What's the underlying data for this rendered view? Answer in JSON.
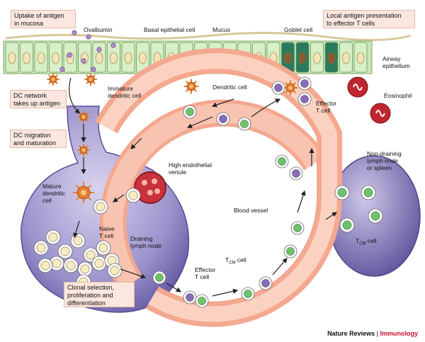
{
  "boxes": {
    "uptake": "Uptake of antigen\nin mucosa",
    "local_presentation": "Local antigen presentation\nto effector T cells",
    "dc_network": "DC network\ntakes up antigen",
    "dc_migration": "DC migration\nand maturation",
    "clonal": "Clonal selection,\nproliferation and\ndifferentiation"
  },
  "labels": {
    "ovalbumin": "Ovalbumin",
    "basal_epithelial": "Basal epithelial cell",
    "mucus": "Mucus",
    "goblet": "Goblet cell",
    "airway": "Airway\nepithelium",
    "immature_dc": "Immature\ndendritic cell",
    "dendritic_cell": "Dendritic cell",
    "effector_top": "Effector\nT cell",
    "eosinophil": "Eosinophil",
    "hev": "High endothelial\nvenule",
    "mature_dc": "Mature\ndendritic\ncell",
    "naive": "Naive\nT cell",
    "draining": "Draining\nlymph node",
    "blood_vessel": "Blood vessel",
    "tcm_main": "T",
    "tcm_sub": "CM",
    "tcm_suffix": " cell",
    "effector_bottom": "Effector\nT cell",
    "non_draining": "Non-draining\nlymph node\nor spleen",
    "tcm2_main": "T",
    "tcm2_sub": "CM",
    "tcm2_suffix": " cell"
  },
  "footer": {
    "journal": "Nature Reviews",
    "separator": " | ",
    "section": "Immunology"
  },
  "colors": {
    "epithelium": "#c9e6b7",
    "goblet": "#2a7a5e",
    "lymph_node": "#7e73b8",
    "vessel": "#f0a08a",
    "naive_cell": "#f7ebbf",
    "tcm_cell": "#6cc36b",
    "effector_cell": "#8a6bb8",
    "dc": "#e87b2c",
    "eosinophil": "#c0262d"
  }
}
